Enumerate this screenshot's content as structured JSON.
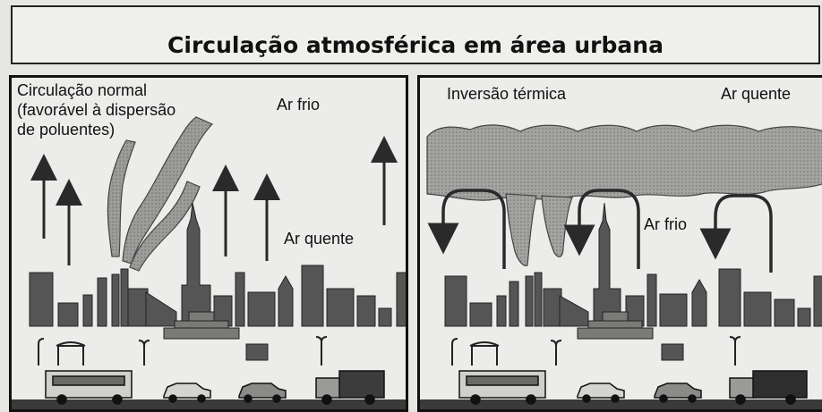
{
  "title": "Circulação atmosférica em área urbana",
  "left_panel": {
    "heading_line1": "Circulação normal",
    "heading_line2": "(favorável à dispersão",
    "heading_line3": "de poluentes)",
    "cold_air_label": "Ar frio",
    "warm_air_label": "Ar quente"
  },
  "right_panel": {
    "heading": "Inversão térmica",
    "warm_air_label": "Ar quente",
    "cold_air_label": "Ar frio"
  },
  "colors": {
    "ink": "#111111",
    "arrow": "#2a2a2a",
    "smoke": "#9a9a98",
    "building": "#555555",
    "background": "#ececea"
  }
}
